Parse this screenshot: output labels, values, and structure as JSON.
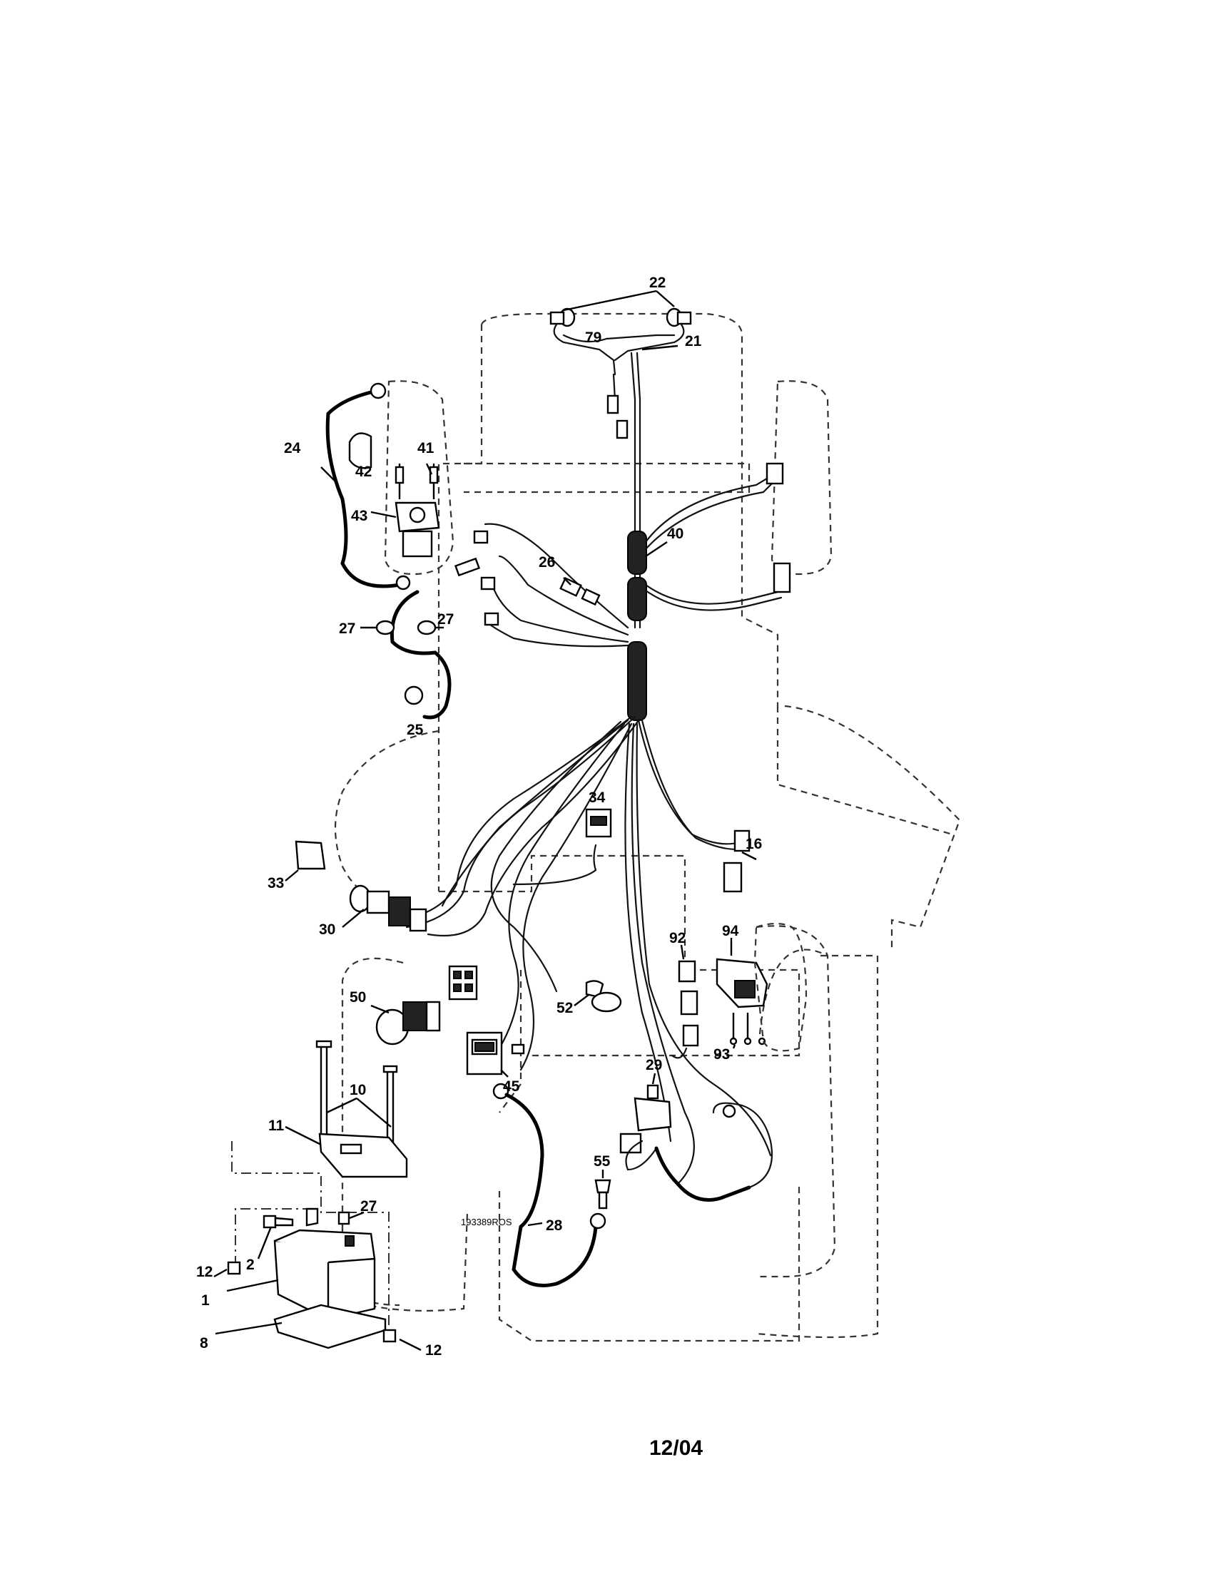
{
  "callouts": {
    "c1": "1",
    "c2": "2",
    "c8": "8",
    "c10": "10",
    "c11": "11",
    "c12a": "12",
    "c12b": "12",
    "c16": "16",
    "c21": "21",
    "c22": "22",
    "c24": "24",
    "c25": "25",
    "c26": "26",
    "c27a": "27",
    "c27b": "27",
    "c27c": "27",
    "c28": "28",
    "c29": "29",
    "c30": "30",
    "c33": "33",
    "c34": "34",
    "c40": "40",
    "c41": "41",
    "c42": "42",
    "c43": "43",
    "c45": "45",
    "c50": "50",
    "c52": "52",
    "c55": "55",
    "c79": "79",
    "c92": "92",
    "c93": "93",
    "c94": "94"
  },
  "drawing_code": "193389ROS",
  "footer_date": "12/04"
}
